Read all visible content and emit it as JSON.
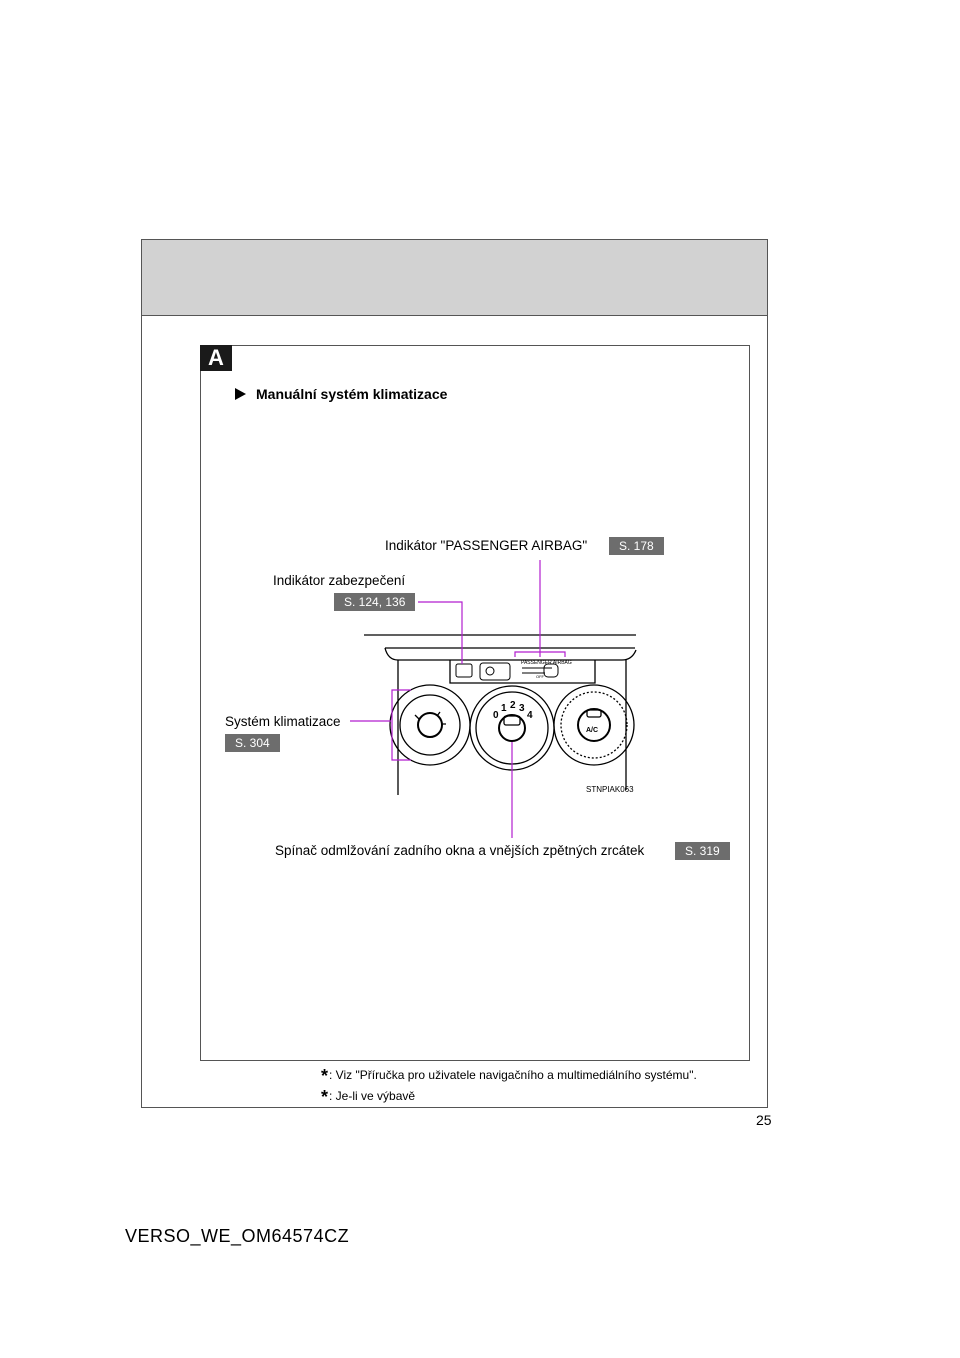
{
  "section": {
    "tab_letter": "A",
    "heading": "Manuální systém klimatizace"
  },
  "callouts": {
    "airbag_indicator": {
      "label": "Indikátor \"PASSENGER AIRBAG\"",
      "page_ref": "S. 178"
    },
    "security_indicator": {
      "label": "Indikátor zabezpečení",
      "page_ref": "S. 124, 136"
    },
    "climate_system": {
      "label": "Systém klimatizace",
      "page_ref": "S. 304"
    },
    "defogger_switch": {
      "label": "Spínač odmlžování zadního okna a vnějších zpětných zrcátek",
      "page_ref": "S. 319"
    }
  },
  "illustration": {
    "image_code": "STNPIAK063",
    "panel_text": "PASSENGER  AIRBAG",
    "panel_off": "OFF",
    "fan_dial_labels": [
      "0",
      "1",
      "2",
      "3",
      "4"
    ],
    "ac_label": "A/C"
  },
  "footnotes": [
    {
      "marker": "*",
      "text": ": Viz \"Příručka pro uživatele navigačního a multimediálního systému\"."
    },
    {
      "marker": "*",
      "text": ": Je-li ve výbavě"
    }
  ],
  "page_number": "25",
  "document_code": "VERSO_WE_OM64574CZ",
  "colors": {
    "header_band": "#d2d2d2",
    "pill_bg": "#6d6d6d",
    "leader_line": "#b21ecf"
  }
}
